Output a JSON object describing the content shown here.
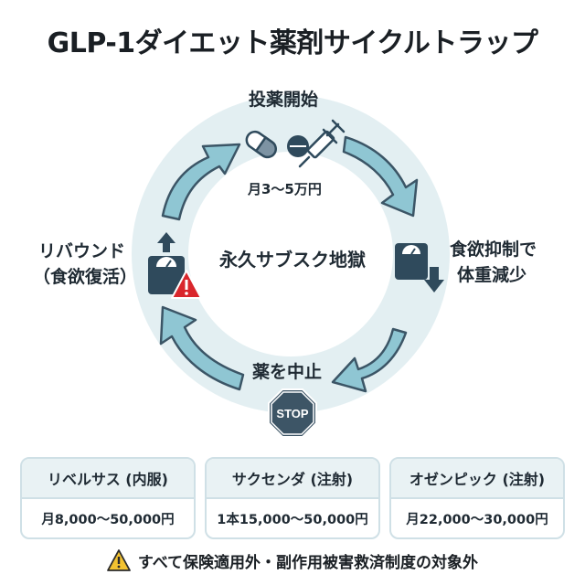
{
  "title": "GLP-1ダイエット薬剤サイクルトラップ",
  "cycle": {
    "center": "永久サブスク地獄",
    "start": {
      "label": "投薬開始",
      "cost": "月3〜5万円"
    },
    "suppress": {
      "line1": "食欲抑制で",
      "line2": "体重減少"
    },
    "stop": {
      "label": "薬を中止",
      "sign": "STOP"
    },
    "rebound": {
      "line1": "リバウンド",
      "line2": "（食欲復活）"
    }
  },
  "drugs": [
    {
      "name": "リベルサス (内服)",
      "price": "月8,000〜50,000円"
    },
    {
      "name": "サクセンダ (注射)",
      "price": "1本15,000〜50,000円"
    },
    {
      "name": "オゼンピック (注射)",
      "price": "月22,000〜30,000円"
    }
  ],
  "footer": "すべて保険適用外・副作用被害救済制度の対象外",
  "colors": {
    "ring": "#e3eff2",
    "arrow": "#8fc6d3",
    "arrow_stroke": "#3b5566",
    "icon_dark": "#2f4a5c",
    "stop": "#3d5566",
    "warning": "#d9262c"
  }
}
